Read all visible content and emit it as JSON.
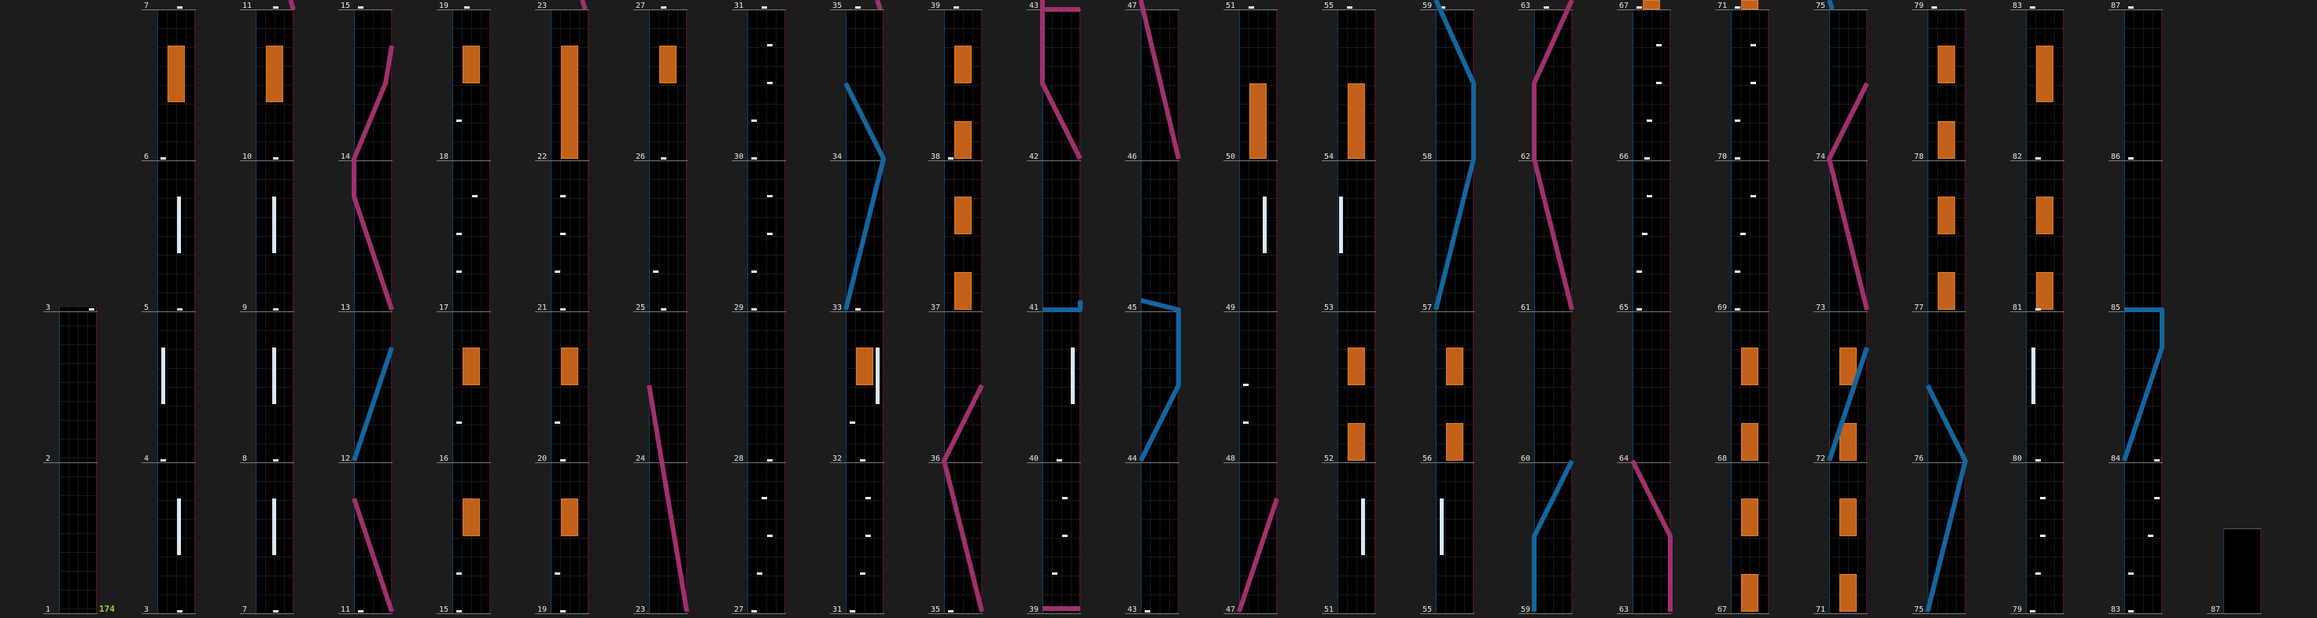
{
  "counter": "174",
  "end_measure": "87",
  "colors": {
    "background": "#1c1c1c",
    "lane": "#000000",
    "orange": "#c2621a",
    "white": "#dbe8f4",
    "pink": "#a0306e",
    "blue": "#1366a0",
    "counter": "#9ed62c"
  },
  "columns": [
    {
      "measures": [
        "3",
        "2",
        "1"
      ]
    },
    {
      "measures": [
        "7",
        "6",
        "5",
        "4",
        "3"
      ]
    },
    {
      "measures": [
        "11",
        "10",
        "9",
        "8",
        "7"
      ]
    },
    {
      "measures": [
        "15",
        "14",
        "13",
        "12",
        "11"
      ]
    },
    {
      "measures": [
        "19",
        "18",
        "17",
        "16",
        "15"
      ]
    },
    {
      "measures": [
        "23",
        "22",
        "21",
        "20",
        "19"
      ]
    },
    {
      "measures": [
        "27",
        "26",
        "25",
        "24",
        "23"
      ]
    },
    {
      "measures": [
        "31",
        "30",
        "29",
        "28",
        "27"
      ]
    },
    {
      "measures": [
        "35",
        "34",
        "33",
        "32",
        "31"
      ]
    },
    {
      "measures": [
        "39",
        "38",
        "37",
        "36",
        "35"
      ]
    },
    {
      "measures": [
        "43",
        "42",
        "41",
        "40",
        "39"
      ]
    },
    {
      "measures": [
        "47",
        "46",
        "45",
        "44",
        "43"
      ]
    },
    {
      "measures": [
        "51",
        "50",
        "49",
        "48",
        "47"
      ]
    },
    {
      "measures": [
        "55",
        "54",
        "53",
        "52",
        "51"
      ]
    },
    {
      "measures": [
        "59",
        "58",
        "57",
        "56",
        "55"
      ]
    },
    {
      "measures": [
        "63",
        "62",
        "61",
        "60",
        "59"
      ]
    },
    {
      "measures": [
        "67",
        "66",
        "65",
        "64",
        "63"
      ]
    },
    {
      "measures": [
        "71",
        "70",
        "69",
        "68",
        "67"
      ]
    },
    {
      "measures": [
        "75",
        "74",
        "73",
        "72",
        "71"
      ]
    },
    {
      "measures": [
        "79",
        "78",
        "77",
        "76",
        "75"
      ]
    },
    {
      "measures": [
        "83",
        "82",
        "81",
        "80",
        "79"
      ]
    },
    {
      "measures": [
        "87",
        "86",
        "85",
        "84",
        "83"
      ]
    }
  ]
}
